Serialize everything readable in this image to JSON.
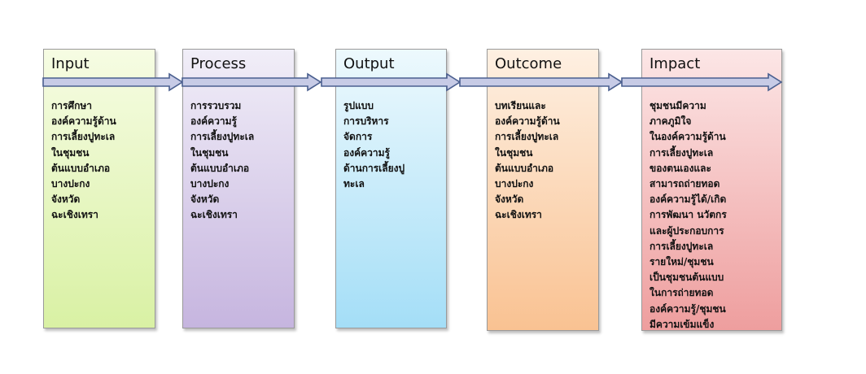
{
  "stages": [
    {
      "key": "input",
      "title": "Input",
      "lines": [
        "การศึกษา",
        "องค์ความรู้ด้าน",
        "การเลี้ยงปูทะเล",
        "ในชุมชน",
        "ต้นแบบอำเภอ",
        "บางปะกง",
        "จังหวัด",
        "ฉะเชิงเทรา"
      ]
    },
    {
      "key": "process",
      "title": "Process",
      "lines": [
        "การรวบรวม",
        "องค์ความรู้",
        "การเลี้ยงปูทะเล",
        "ในชุมชน",
        "ต้นแบบอำเภอ",
        "บางปะกง",
        "จังหวัด",
        "ฉะเชิงเทรา"
      ]
    },
    {
      "key": "output",
      "title": "Output",
      "lines": [
        "รูปแบบ",
        "การบริหาร",
        "จัดการ",
        "องค์ความรู้",
        "ด้านการเลี้ยงปู",
        "ทะเล"
      ]
    },
    {
      "key": "outcome",
      "title": "Outcome",
      "lines": [
        "บทเรียนและ",
        "องค์ความรู้ด้าน",
        "การเลี้ยงปูทะเล",
        "ในชุมชน",
        "ต้นแบบอำเภอ",
        "บางปะกง",
        "จังหวัด",
        "ฉะเชิงเทรา"
      ]
    },
    {
      "key": "impact",
      "title": "Impact",
      "lines": [
        "ชุมชนมีความ",
        "ภาคภูมิใจ",
        "ในองค์ความรู้ด้าน",
        "การเลี้ยงปูทะเล",
        "ของตนเองและ",
        "สามารถถ่ายทอด",
        "องค์ความรู้ได้/เกิด",
        "การพัฒนา นวัตกร",
        "และผู้ประกอบการ",
        "การเลี้ยงปูทะเล",
        "รายใหม่/ชุมชน",
        "เป็นชุมชนต้นแบบ",
        "ในการถ่ายทอด",
        "องค์ความรู้/ชุมชน",
        "มีความเข้มแข็ง"
      ]
    }
  ],
  "colors": {
    "arrow_fill": "#c7cbe6",
    "arrow_stroke": "#4a5f8f"
  }
}
